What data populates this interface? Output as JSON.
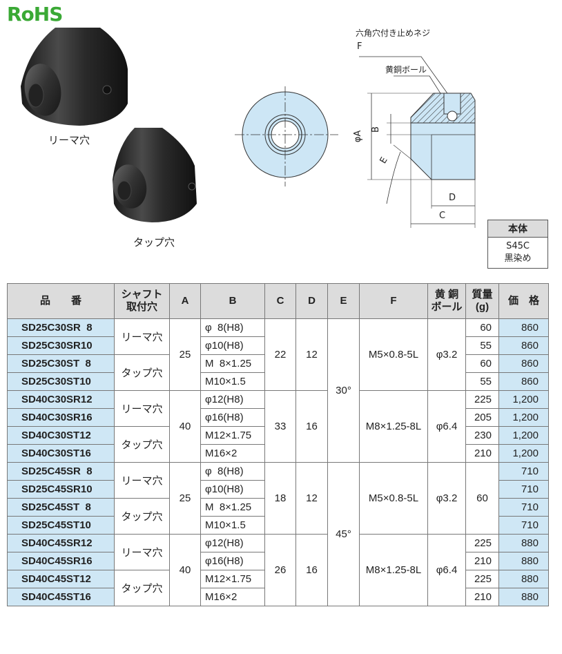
{
  "logo": "RoHS",
  "photo_labels": {
    "reamer": "リーマ穴",
    "tap": "タップ穴"
  },
  "drawing": {
    "screw_note": "六角穴付き止めネジ",
    "screw_letter": "F",
    "ball_note": "黄銅ボール",
    "dim_A": "φA",
    "dim_B": "B",
    "dim_E": "E",
    "dim_D": "D",
    "dim_C": "C"
  },
  "material": {
    "header": "本体",
    "line1": "S45C",
    "line2": "黒染め"
  },
  "table": {
    "headers": {
      "model": "品　　番",
      "shaft1": "シャフト",
      "shaft2": "取付穴",
      "A": "A",
      "B": "B",
      "C": "C",
      "D": "D",
      "E": "E",
      "F": "F",
      "ball1": "黄 銅",
      "ball2": "ボール",
      "mass1": "質量",
      "mass2": "(g)",
      "price": "価　格"
    },
    "rows": [
      {
        "model": "SD25C30SR  8",
        "hole": "リーマ穴",
        "A": "25",
        "B": "φ  8(H8)",
        "C": "22",
        "D": "12",
        "E": "30°",
        "F": "M5×0.8-5L",
        "ball": "φ3.2",
        "mass": "60",
        "price": "860"
      },
      {
        "model": "SD25C30SR10",
        "B": "φ10(H8)",
        "mass": "55",
        "price": "860"
      },
      {
        "model": "SD25C30ST  8",
        "hole": "タップ穴",
        "B": "M  8×1.25",
        "mass": "60",
        "price": "860"
      },
      {
        "model": "SD25C30ST10",
        "B": "M10×1.5",
        "mass": "55",
        "price": "860"
      },
      {
        "model": "SD40C30SR12",
        "hole": "リーマ穴",
        "A": "40",
        "B": "φ12(H8)",
        "C": "33",
        "D": "16",
        "F": "M8×1.25-8L",
        "ball": "φ6.4",
        "mass": "225",
        "price": "1,200"
      },
      {
        "model": "SD40C30SR16",
        "B": "φ16(H8)",
        "mass": "205",
        "price": "1,200"
      },
      {
        "model": "SD40C30ST12",
        "hole": "タップ穴",
        "B": "M12×1.75",
        "mass": "230",
        "price": "1,200"
      },
      {
        "model": "SD40C30ST16",
        "B": "M16×2",
        "mass": "210",
        "price": "1,200"
      },
      {
        "model": "SD25C45SR  8",
        "hole": "リーマ穴",
        "A": "25",
        "B": "φ  8(H8)",
        "C": "18",
        "D": "12",
        "E": "45°",
        "F": "M5×0.8-5L",
        "ball": "φ3.2",
        "mass": "60",
        "price": "710"
      },
      {
        "model": "SD25C45SR10",
        "B": "φ10(H8)",
        "price": "710"
      },
      {
        "model": "SD25C45ST  8",
        "hole": "タップ穴",
        "B": "M  8×1.25",
        "price": "710"
      },
      {
        "model": "SD25C45ST10",
        "B": "M10×1.5",
        "price": "710"
      },
      {
        "model": "SD40C45SR12",
        "hole": "リーマ穴",
        "A": "40",
        "B": "φ12(H8)",
        "C": "26",
        "D": "16",
        "F": "M8×1.25-8L",
        "ball": "φ6.4",
        "mass": "225",
        "price": "880"
      },
      {
        "model": "SD40C45SR16",
        "B": "φ16(H8)",
        "mass": "210",
        "price": "880"
      },
      {
        "model": "SD40C45ST12",
        "hole": "タップ穴",
        "B": "M12×1.75",
        "mass": "225",
        "price": "880"
      },
      {
        "model": "SD40C45ST16",
        "B": "M16×2",
        "mass": "210",
        "price": "880"
      }
    ]
  }
}
